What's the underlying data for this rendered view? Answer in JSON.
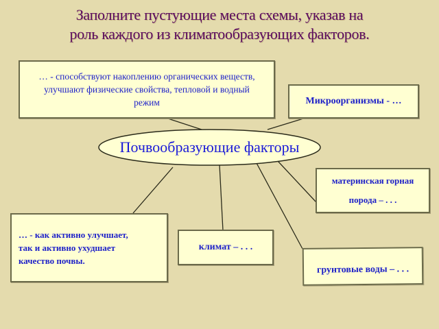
{
  "title": {
    "line1": "Заполните пустующие места схемы, указав на",
    "line2": "роль каждого из климатообразующих факторов."
  },
  "center": {
    "label": "Почвообразующие факторы"
  },
  "boxes": {
    "organisms": {
      "line1": "… - способствуют накоплению органических веществ,",
      "line2": "улучшают физические свойства, тепловой и водный",
      "line3": "режим"
    },
    "microorganisms": {
      "label": "Микроорганизмы - …"
    },
    "parent_rock": {
      "line1": "материнская горная",
      "line2": "порода  –  . . ."
    },
    "human": {
      "line1": "… - как активно улучшает,",
      "line2": "так и активно ухудшает",
      "line3": "качество почвы."
    },
    "climate": {
      "label": "климат  –  . . ."
    },
    "groundwater": {
      "label": "грунтовые воды  –  . . ."
    }
  },
  "colors": {
    "background": "#e4dbad",
    "box_fill": "#ffffd2",
    "box_border": "#6b6a4a",
    "text_blue": "#1f22c8",
    "title_purple": "#5a0a5e"
  }
}
